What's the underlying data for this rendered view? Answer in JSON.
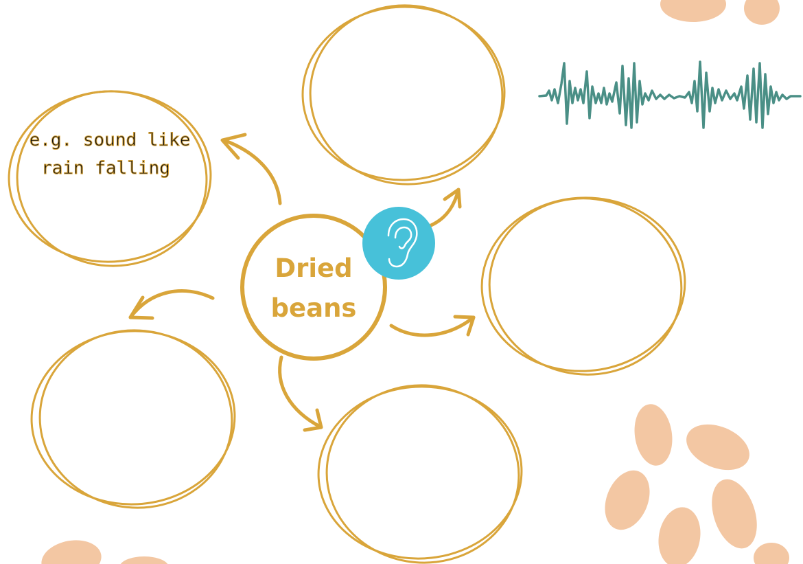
{
  "colors": {
    "gold": "#d9a53a",
    "teal": "#4a8f86",
    "ear_blue": "#47c1d9",
    "bean": "#f3c7a3",
    "background": "#ffffff"
  },
  "center": {
    "line1": "Dried",
    "line2": "beans",
    "icon": "ear-icon"
  },
  "bubbles": [
    {
      "id": "bubble-top-left",
      "lines": [
        "e.g. sound like",
        "rain falling"
      ]
    },
    {
      "id": "bubble-top-center",
      "lines": []
    },
    {
      "id": "bubble-right",
      "lines": []
    },
    {
      "id": "bubble-bottom-center",
      "lines": []
    },
    {
      "id": "bubble-bottom-left",
      "lines": []
    }
  ],
  "decorations": [
    "sound-wave-icon",
    "bean-icon"
  ]
}
